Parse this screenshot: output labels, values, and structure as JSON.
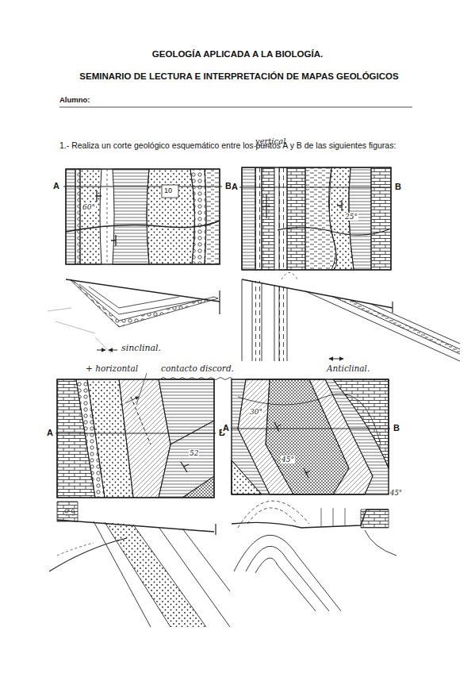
{
  "diagram": {
    "title": "GEOLOGÍA APLICADA A LA BIOLOGÍA.",
    "labels": [
      "SEMINARIO DE LECTURA E INTERPRETACIÓN DE MAPAS GEOLÓGICOS",
      "Alumno:",
      "1.- Realiza un corte geológico esquemático entre los puntos A y B de las siguientes figuras:",
      "vertical",
      "A",
      "B",
      "60°",
      "10",
      "A",
      "B",
      "25°",
      "sinclinal.",
      "+ horizontal",
      "contacto discord.",
      "Anticlinal.",
      "A",
      "B",
      "52",
      "A",
      "B",
      "30°",
      "45°",
      "45°"
    ]
  }
}
